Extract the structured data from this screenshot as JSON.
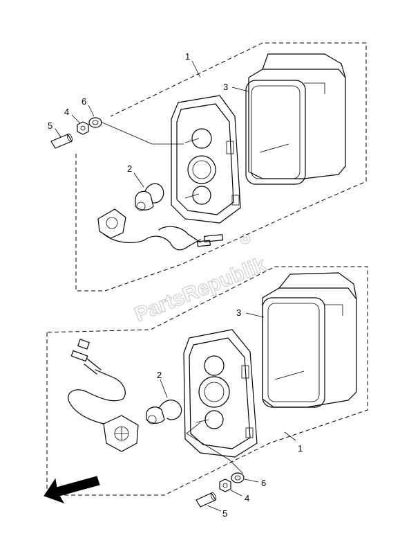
{
  "watermark": "PartsRepublik",
  "upper_assembly": {
    "callouts": {
      "part_1": "1",
      "part_2": "2",
      "part_3": "3",
      "part_4": "4",
      "part_5": "5",
      "part_6": "6"
    }
  },
  "lower_assembly": {
    "callouts": {
      "part_1": "1",
      "part_2": "2",
      "part_3": "3",
      "part_4": "4",
      "part_5": "5",
      "part_6": "6"
    }
  },
  "direction_arrow": {
    "icon": "direction-arrow-icon",
    "pointing": "front-left"
  }
}
